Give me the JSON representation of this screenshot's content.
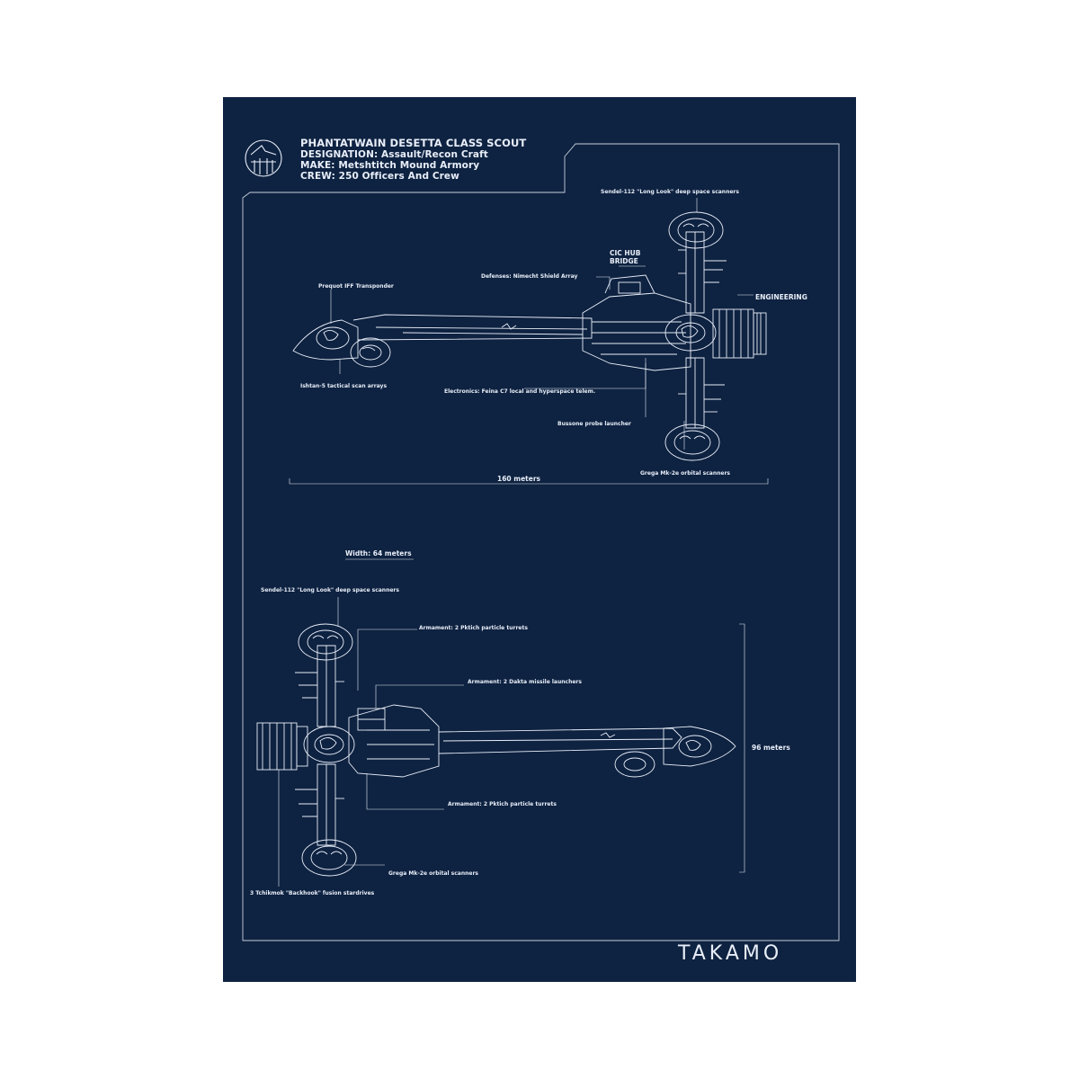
{
  "header": {
    "title": "PHANTATWAIN DESETTA CLASS SCOUT",
    "designation": "DESIGNATION: Assault/Recon Craft",
    "make": "MAKE: Metshtitch Mound Armory",
    "crew": "CREW: 250 Officers And Crew",
    "logo_icon": "faction-emblem-icon"
  },
  "side_view": {
    "scanners_top": "Sendel-112 \"Long Look\" deep space scanners",
    "cic_hub": "CIC HUB",
    "bridge": "BRIDGE",
    "defenses": "Defenses: Nimecht Shield Array",
    "iff": "Prequot IFF Transponder",
    "engineering": "ENGINEERING",
    "scan_arrays": "Ishtan-5 tactical scan arrays",
    "electronics": "Electronics: Feina C7 local and hyperspace telem.",
    "probe": "Bussone probe launcher",
    "orbital_scanners": "Grega Mk-2e orbital scanners",
    "length": "160 meters"
  },
  "top_view": {
    "width": "Width:  64 meters",
    "scanners_top": "Sendel-112 \"Long Look\" deep space scanners",
    "armament_turrets_1": "Armament: 2 Pktich particle turrets",
    "armament_missiles": "Armament: 2 Dakta missile launchers",
    "height": "96  meters",
    "armament_turrets_2": "Armament: 2 Pktich particle turrets",
    "orbital_scanners": "Grega Mk-2e orbital scanners",
    "stardrives": "3 Tchikmok \"Backhook\" fusion stardrives"
  },
  "brand": "TAKAMO",
  "colors": {
    "background": "#0e2241",
    "line": "#e8eef8",
    "page": "#ffffff"
  }
}
